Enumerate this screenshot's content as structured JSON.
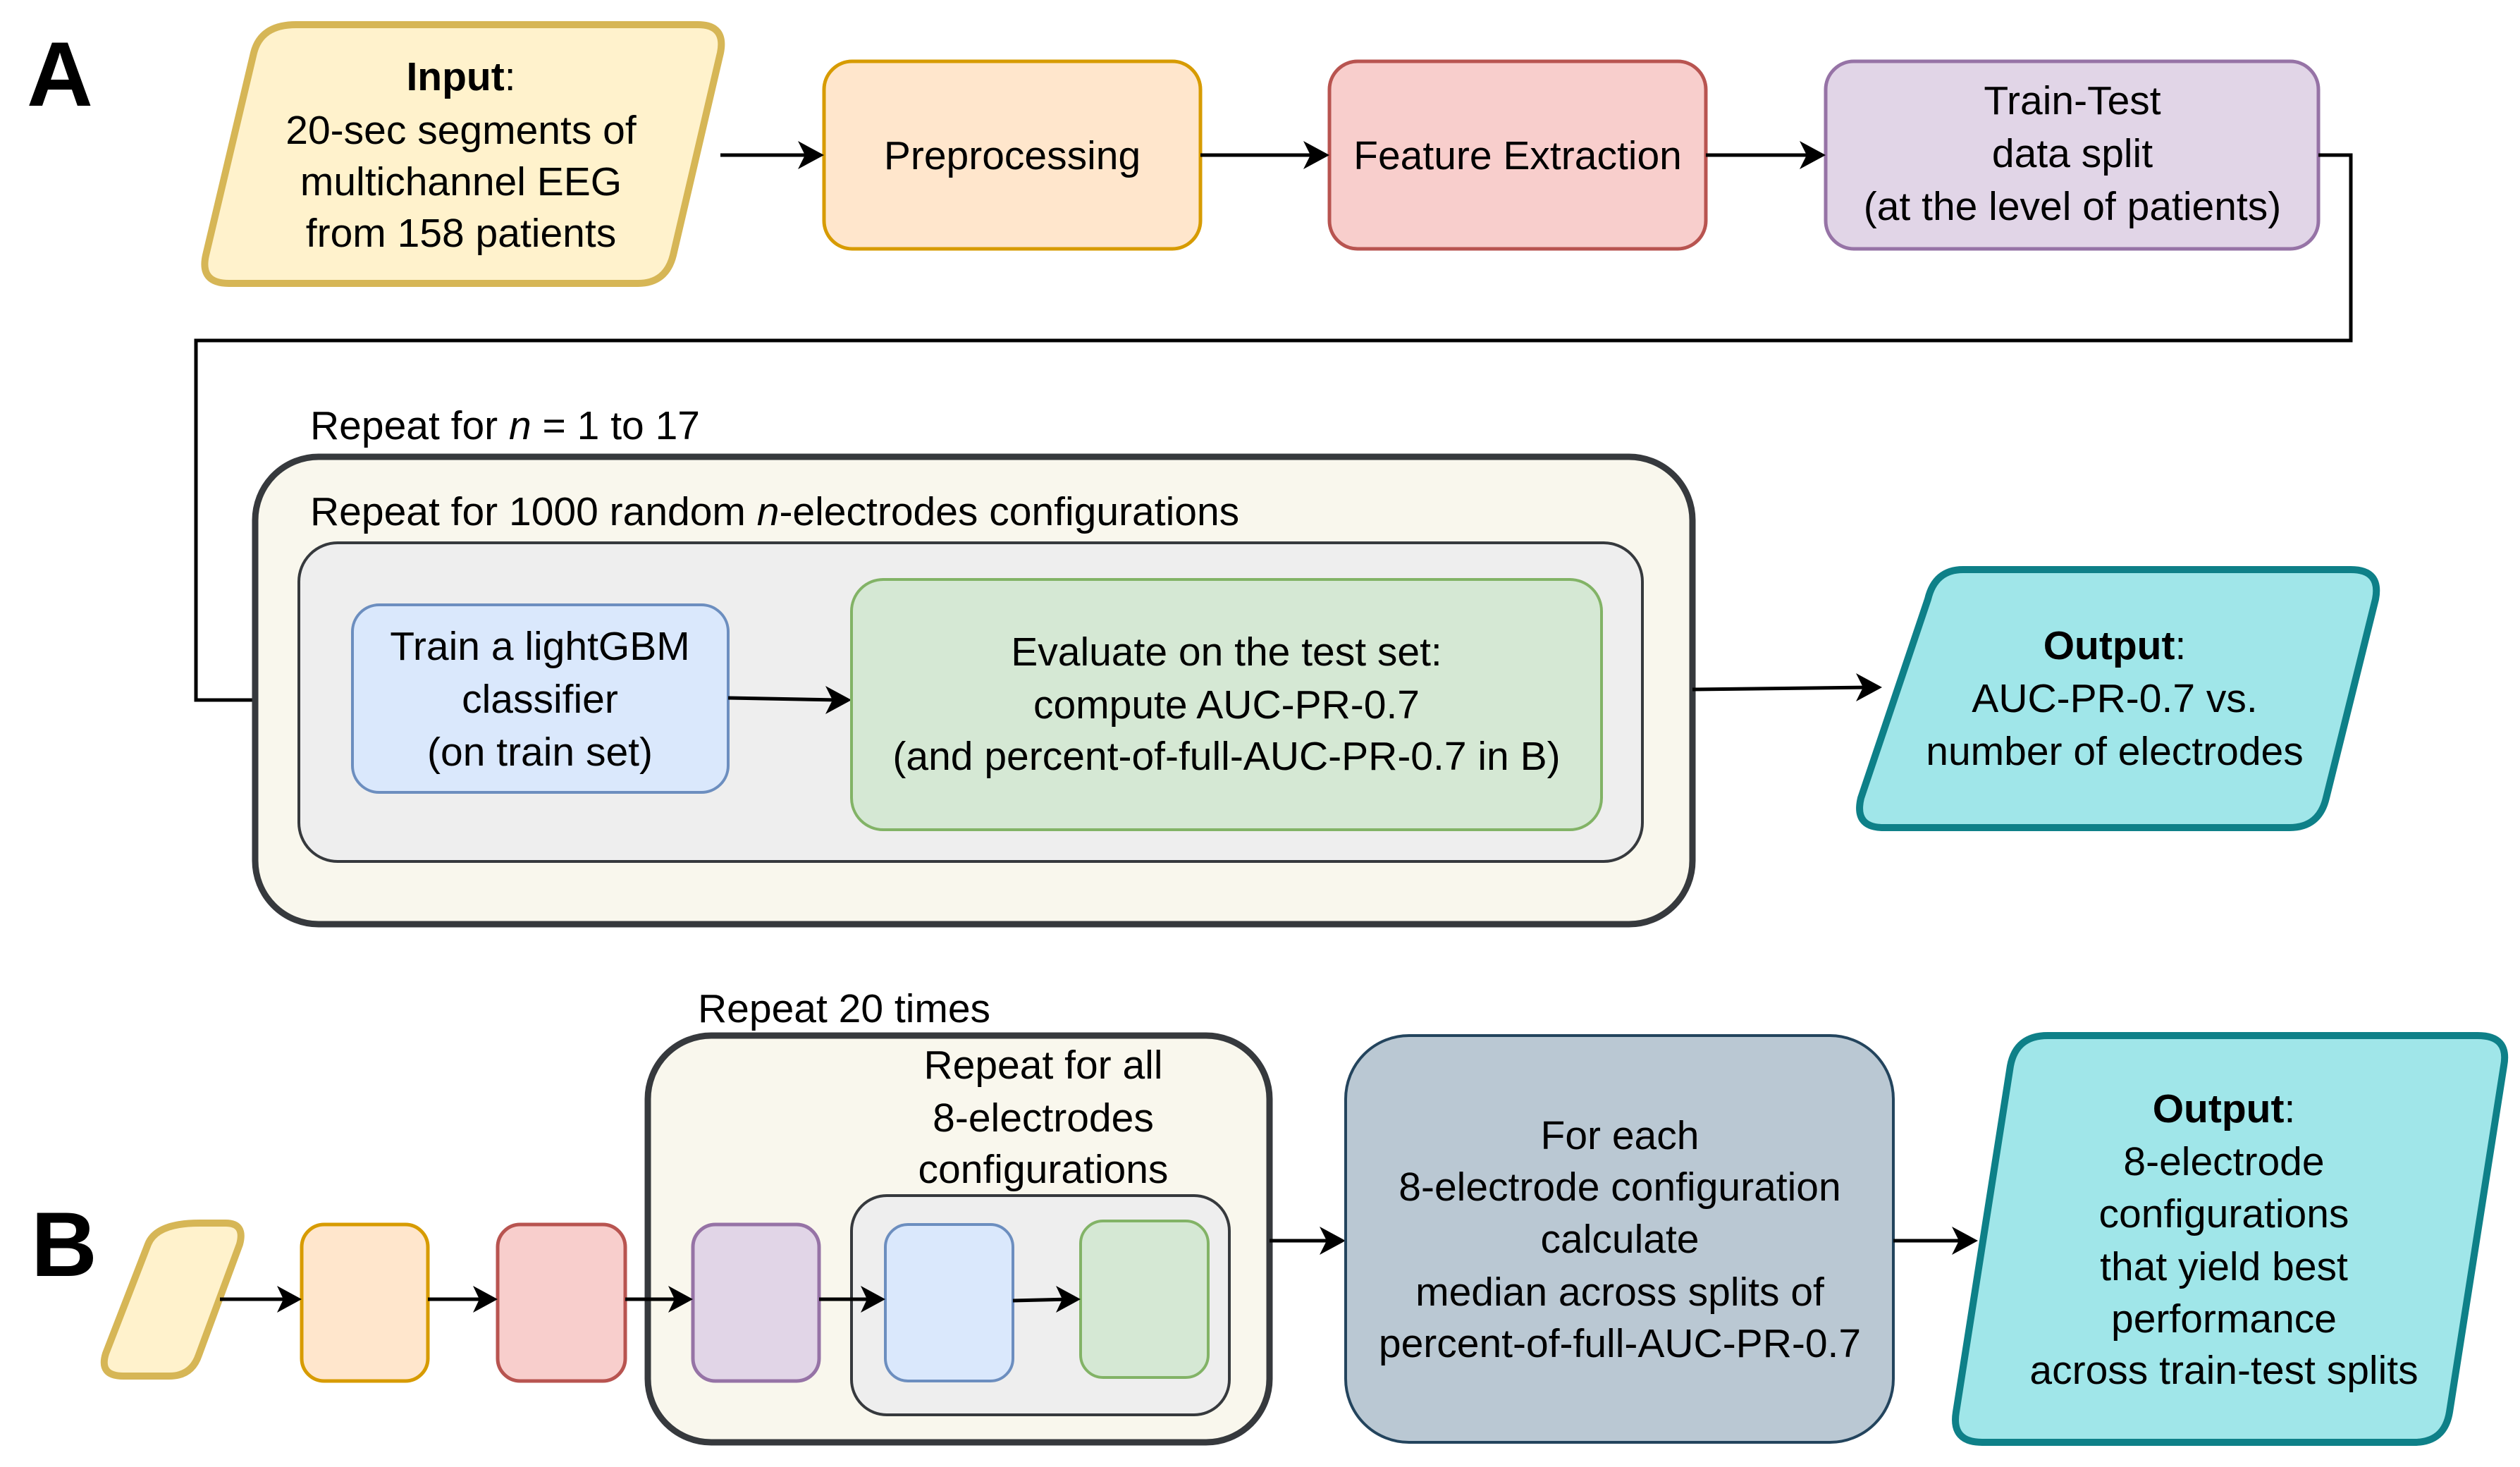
{
  "panels": {
    "a": {
      "letter": "A",
      "input": {
        "title": "Input",
        "colon": ":",
        "lines": [
          "20-sec segments of",
          "multichannel EEG",
          "from 158 patients"
        ]
      },
      "preprocessing": {
        "label": "Preprocessing"
      },
      "feature_extraction": {
        "label": "Feature Extraction"
      },
      "train_test_split": {
        "lines": [
          "Train-Test",
          "data split",
          "(at the level of patients)"
        ]
      },
      "outer_loop": {
        "prefix": "Repeat for ",
        "var": "n",
        "suffix": " = 1 to 17"
      },
      "inner_loop": {
        "prefix": "Repeat for 1000 random ",
        "var": "n",
        "suffix": "-electrodes configurations"
      },
      "train_classifier": {
        "lines": [
          "Train a lightGBM",
          "classifier",
          "(on train set)"
        ]
      },
      "evaluate": {
        "lines": [
          "Evaluate on the test set:",
          "compute AUC-PR-0.7",
          "(and percent-of-full-AUC-PR-0.7 in B)"
        ]
      },
      "output": {
        "title": "Output",
        "colon": ":",
        "lines": [
          "AUC-PR-0.7 vs.",
          "number of electrodes"
        ]
      }
    },
    "b": {
      "letter": "B",
      "outer_loop": {
        "label": "Repeat 20 times"
      },
      "inner_loop": {
        "lines": [
          "Repeat for all",
          "8-electrodes",
          "configurations"
        ]
      },
      "aggregate": {
        "lines": [
          "For each",
          "8-electrode configuration",
          "calculate",
          "median across splits of",
          "percent-of-full-AUC-PR-0.7"
        ]
      },
      "output": {
        "title": "Output",
        "colon": ":",
        "lines": [
          "8-electrode",
          "configurations",
          "that yield best",
          "performance",
          "across train-test splits"
        ]
      }
    }
  },
  "colors": {
    "input": {
      "fill": "#fff2cc",
      "stroke": "#d6b656"
    },
    "preprocessing": {
      "fill": "#ffe6cc",
      "stroke": "#d79b00"
    },
    "feature_extraction": {
      "fill": "#f8cecc",
      "stroke": "#b85450"
    },
    "train_test_split": {
      "fill": "#e1d5e7",
      "stroke": "#9673a6"
    },
    "train_classifier": {
      "fill": "#dae8fc",
      "stroke": "#6c8ebf"
    },
    "evaluate": {
      "fill": "#d5e8d4",
      "stroke": "#82b366"
    },
    "outer_loop": {
      "fill": "#f9f7ed",
      "stroke": "#36393d"
    },
    "inner_loop": {
      "fill": "#eeeeee",
      "stroke": "#36393d"
    },
    "aggregate": {
      "fill": "#bac8d3",
      "stroke": "#23445d"
    },
    "output": {
      "fill": "#a0e6e9",
      "stroke": "#0e8088"
    }
  }
}
